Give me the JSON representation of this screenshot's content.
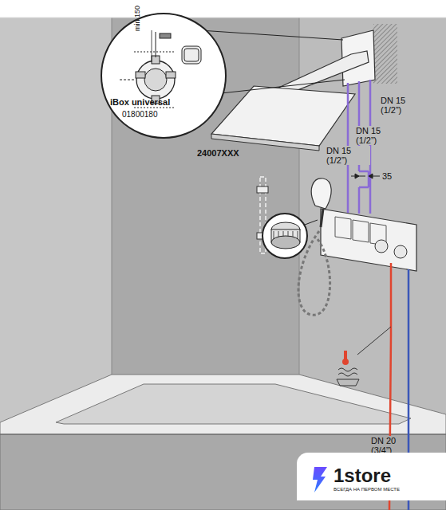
{
  "diagram": {
    "nodes": [
      {
        "text": [
          "1store",
          "ВСЕГДА НА ПЕРВОМ МЕСТЕ"
        ]
      }
    ],
    "labels": [
      "iBox universal",
      "01800180",
      "min 150",
      "24007XXX",
      "DN 15 (1/2”)",
      "DN 15 (1/2”)",
      "DN 15 (1/2”)",
      "35",
      "DN 20 (3/4”)"
    ]
  }
}
